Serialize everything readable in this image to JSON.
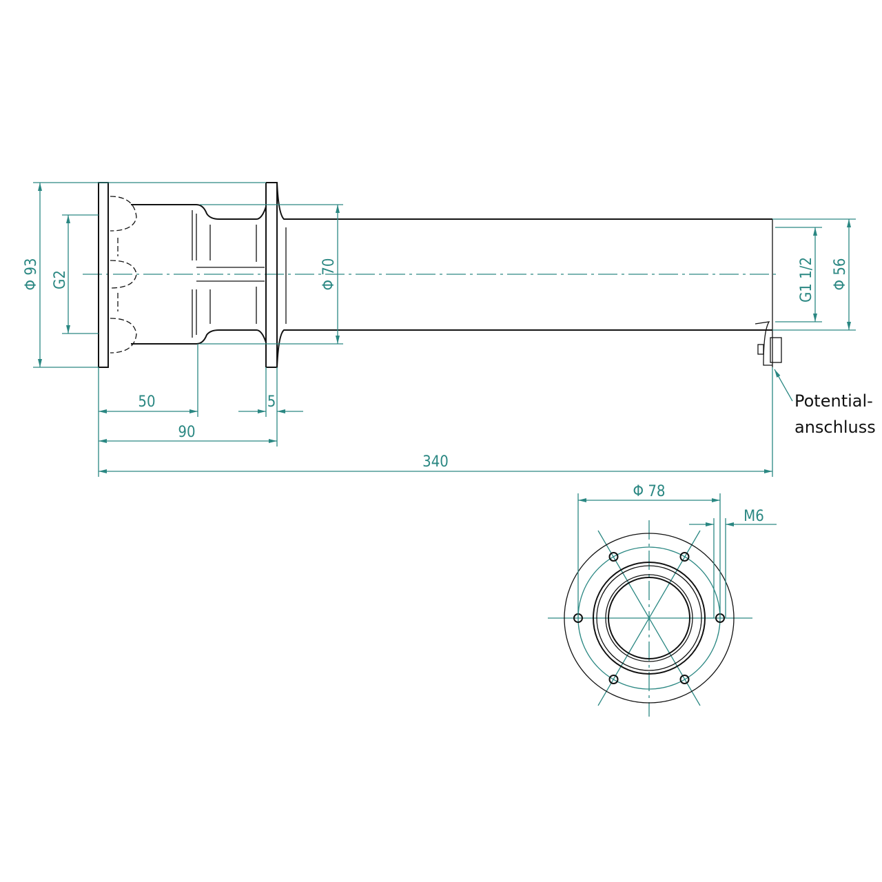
{
  "dimensions": {
    "flange_diameter": "Φ 93",
    "thread_inlet": "G2",
    "neck_diameter": "Φ 70",
    "thread_outlet": "G1 1/2",
    "tube_diameter": "Φ 56",
    "length_50": "50",
    "flange_thickness": "5",
    "length_90": "90",
    "total_length": "340",
    "bolt_circle": "Φ 78",
    "bolt_thread": "M6"
  },
  "labels": {
    "potential_line1": "Potential-",
    "potential_line2": "anschluss"
  },
  "colors": {
    "dimension": "#2a8782",
    "part": "#111111"
  }
}
